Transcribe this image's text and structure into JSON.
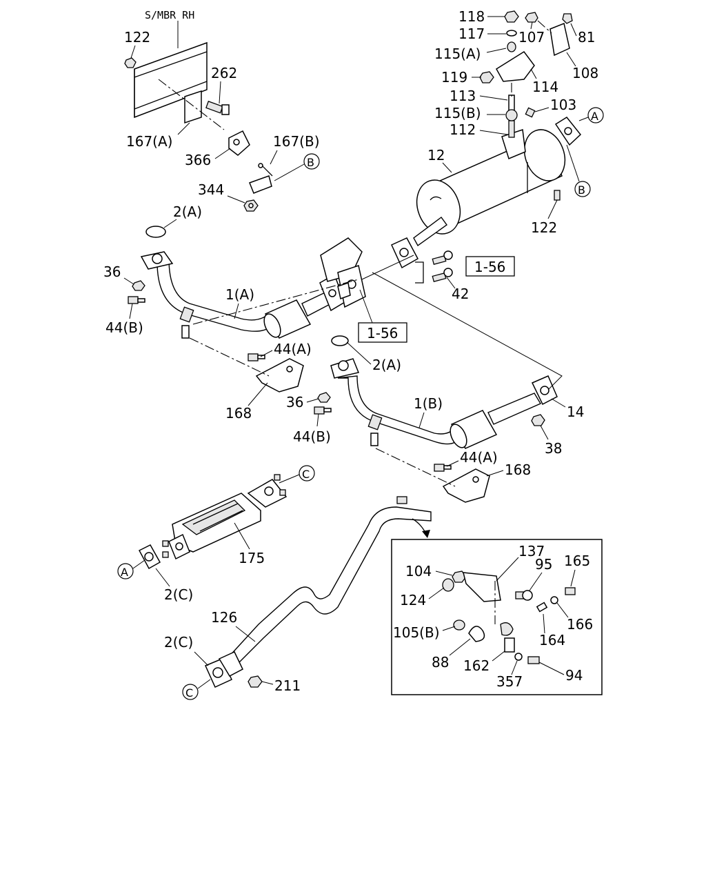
{
  "header_label": "S/MBR RH",
  "ref_box_1": "1-56",
  "ref_box_2": "1-56",
  "circle_refs": {
    "A": "A",
    "B": "B",
    "C": "C"
  },
  "callouts": {
    "c118": "118",
    "c117": "117",
    "c107": "107",
    "c81": "81",
    "c115a": "115(A)",
    "c108": "108",
    "c119": "119",
    "c114": "114",
    "c113": "113",
    "c115b": "115(B)",
    "c103": "103",
    "c112": "112",
    "c12": "12",
    "c122_top": "122",
    "c122_right": "122",
    "c262": "262",
    "c167a": "167(A)",
    "c167b": "167(B)",
    "c366": "366",
    "c344": "344",
    "c2a_top": "2(A)",
    "c36_top": "36",
    "c44b_top": "44(B)",
    "c1a": "1(A)",
    "c44a_top": "44(A)",
    "c168_top": "168",
    "c42": "42",
    "c2a_mid": "2(A)",
    "c36_mid": "36",
    "c44b_mid": "44(B)",
    "c1b": "1(B)",
    "c14": "14",
    "c38": "38",
    "c44a_mid": "44(A)",
    "c168_mid": "168",
    "c175": "175",
    "c2c_left": "2(C)",
    "c126": "126",
    "c2c_low": "2(C)",
    "c211": "211",
    "c104": "104",
    "c137": "137",
    "c95": "95",
    "c165": "165",
    "c124": "124",
    "c166": "166",
    "c105b": "105(B)",
    "c164": "164",
    "c88": "88",
    "c162": "162",
    "c357": "357",
    "c94": "94"
  }
}
